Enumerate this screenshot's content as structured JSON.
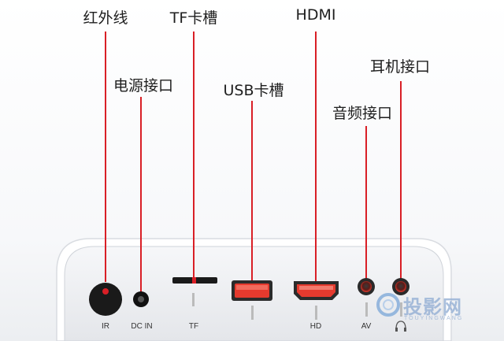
{
  "callouts": [
    {
      "id": "ir",
      "label": "红外线"
    },
    {
      "id": "power",
      "label": "电源接口"
    },
    {
      "id": "tf",
      "label": "TF卡槽"
    },
    {
      "id": "usb",
      "label": "USB卡槽"
    },
    {
      "id": "hdmi",
      "label": "HDMI"
    },
    {
      "id": "audio",
      "label": "音频接口"
    },
    {
      "id": "earphone",
      "label": "耳机接口"
    }
  ],
  "port_labels": {
    "ir": "IR",
    "dc_in": "DC IN",
    "tf": "TF",
    "hd": "HD",
    "av": "AV"
  },
  "watermark": {
    "text": "投影网",
    "sub": "TOUYINGWANG"
  },
  "colors": {
    "background": "#ffffff",
    "callout_line": "#d91f26",
    "panel": "#eef0f3",
    "port_red": "#e53a2e"
  }
}
